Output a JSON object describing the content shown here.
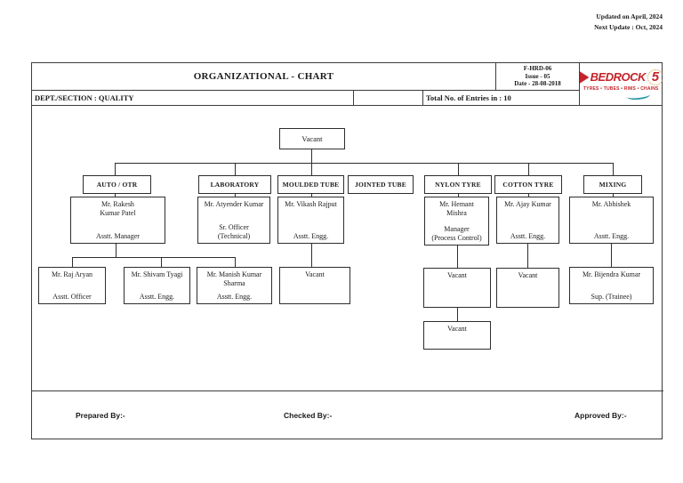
{
  "page": {
    "updated_on": "Updated on April, 2024",
    "next_update": "Next Update : Oct, 2024"
  },
  "header": {
    "title": "ORGANIZATIONAL - CHART",
    "form_code": "F-HRD-06",
    "issue": "Issue - 05",
    "date": "Date - 28-08-2018",
    "dept_section": "DEPT./SECTION : QUALITY",
    "total_entries": "Total No. of Entries in :  10"
  },
  "logo": {
    "brand": "BEDROCK",
    "numeral": "5",
    "tagline": "TYRES • TUBES • RIMS • CHAINS",
    "colors": {
      "red": "#c4232b",
      "gold": "#cf9a3d",
      "teal": "#2e9ba6"
    }
  },
  "chart": {
    "root_label": "Vacant",
    "departments": [
      "AUTO / OTR",
      "LABORATORY",
      "MOULDED TUBE",
      "JOINTED TUBE",
      "NYLON TYRE",
      "COTTON TYRE",
      "MIXING"
    ],
    "staff": {
      "rakesh": {
        "name": "Mr. Rakesh\nKumar Patel",
        "title": "Asstt. Manager"
      },
      "atyender": {
        "name": "Mr. Atyender Kumar",
        "title": "Sr. Officer\n(Technical)"
      },
      "vikash": {
        "name": "Mr. Vikash Rajput",
        "title": "Asstt. Engg."
      },
      "hemant": {
        "name": "Mr. Hemant\nMishra",
        "title": "Manager\n(Process Control)"
      },
      "ajay": {
        "name": "Mr. Ajay Kumar",
        "title": "Asstt. Engg."
      },
      "abhishek": {
        "name": "Mr. Abhishek",
        "title": "Asstt. Engg."
      },
      "raj": {
        "name": "Mr. Raj Aryan",
        "title": "Asstt. Officer"
      },
      "shivam": {
        "name": "Mr. Shivam Tyagi",
        "title": "Asstt. Engg."
      },
      "manish": {
        "name": "Mr. Manish Kumar\nSharma",
        "title": "Asstt. Engg."
      },
      "bijendra": {
        "name": "Mr. Bijendra Kumar",
        "title": "Sup. (Trainee)"
      },
      "vacant_moulded": {
        "name": "Vacant"
      },
      "vacant_nylon_1": {
        "name": "Vacant"
      },
      "vacant_nylon_2": {
        "name": "Vacant"
      },
      "vacant_cotton": {
        "name": "Vacant"
      }
    }
  },
  "footer": {
    "prepared": "Prepared By:-",
    "checked": "Checked By:-",
    "approved": "Approved By:-"
  }
}
